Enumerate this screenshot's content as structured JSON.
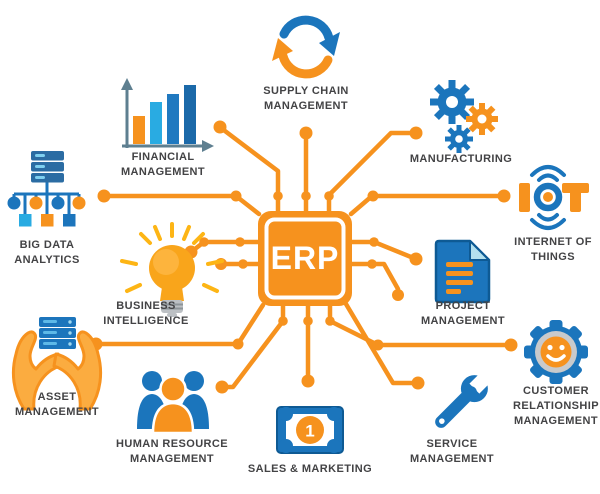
{
  "page": {
    "background": "#FFFFFF",
    "type": "erp-infographic-diagram"
  },
  "palette": {
    "orange": "#F6921E",
    "orange_light": "#FBAC40",
    "yellow": "#FDB515",
    "blue": "#1B75BC",
    "light_blue": "#29ABE2",
    "dark_blue": "#0E5A94",
    "steel_gray": "#C8CACC",
    "axis_gray": "#5E7F90",
    "label_text": "#434345"
  },
  "center": {
    "label": "ERP"
  },
  "badges": {
    "sales_note_value": "1"
  },
  "modules": [
    {
      "id": "financial-management",
      "icon": "bar-chart-icon",
      "lines": [
        "FINANCIAL",
        "MANAGEMENT"
      ]
    },
    {
      "id": "supply-chain-management",
      "icon": "cycle-arrows-icon",
      "lines": [
        "SUPPLY CHAIN",
        "MANAGEMENT"
      ]
    },
    {
      "id": "manufacturing",
      "icon": "gears-icon",
      "lines": [
        "MANUFACTURING"
      ]
    },
    {
      "id": "internet-of-things",
      "icon": "iot-signal-icon",
      "lines": [
        "INTERNET OF",
        "THINGS"
      ]
    },
    {
      "id": "project-management",
      "icon": "document-icon",
      "lines": [
        "PROJECT",
        "MANAGEMENT"
      ]
    },
    {
      "id": "customer-relationship-management",
      "icon": "smiley-gear-icon",
      "lines": [
        "CUSTOMER",
        "RELATIONSHIP",
        "MANAGEMENT"
      ]
    },
    {
      "id": "service-management",
      "icon": "wrench-icon",
      "lines": [
        "SERVICE",
        "MANAGEMENT"
      ]
    },
    {
      "id": "sales-marketing",
      "icon": "banknote-icon",
      "lines": [
        "SALES & MARKETING"
      ]
    },
    {
      "id": "human-resource-management",
      "icon": "people-icon",
      "lines": [
        "HUMAN RESOURCE",
        "MANAGEMENT"
      ]
    },
    {
      "id": "asset-management",
      "icon": "hands-server-icon",
      "lines": [
        "ASSET",
        "MANAGEMENT"
      ]
    },
    {
      "id": "business-intelligence",
      "icon": "lightbulb-icon",
      "lines": [
        "BUSINESS",
        "INTELLIGENCE"
      ]
    },
    {
      "id": "big-data-analytics",
      "icon": "server-network-icon",
      "lines": [
        "BIG DATA",
        "ANALYTICS"
      ]
    }
  ]
}
